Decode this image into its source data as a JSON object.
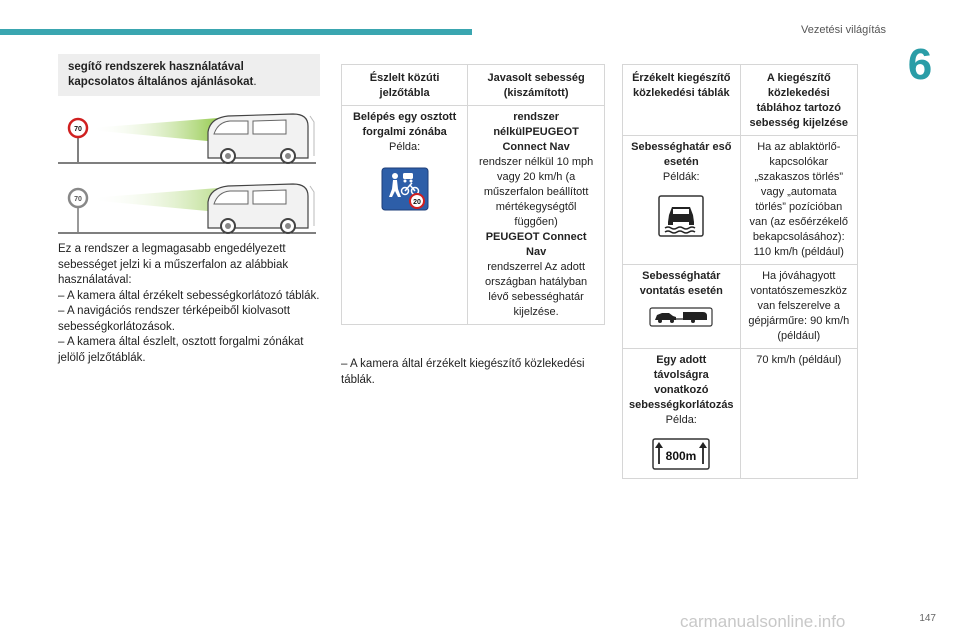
{
  "header": {
    "title": "Vezetési világítás",
    "chapter": "6",
    "page_number": "147"
  },
  "watermark": "carmanualsonline.info",
  "left": {
    "note_bold": "segítő rendszerek használatával kapcsolatos általános ajánlásokat",
    "note_end": ".",
    "illustration1_sign": "70",
    "illustration2_sign": "70",
    "body": [
      "Ez a rendszer a legmagasabb engedélyezett sebességet jelzi ki a műszerfalon az alábbiak használatával:",
      "– A kamera által érzékelt sebességkorlátozó táblák.",
      "– A navigációs rendszer térképeiből kiolvasott sebességkorlátozások.",
      "– A kamera által észlelt, osztott forgalmi zónákat jelölő jelzőtáblák."
    ]
  },
  "table1": {
    "headers": [
      "Észlelt közúti jelzőtábla",
      "Javasolt sebesség (kiszámított)"
    ],
    "row1_col1_bold": "Belépés egy osztott forgalmi zónába",
    "row1_col1_plain": "Példa:",
    "sign_speed": "20",
    "row1_col2": [
      {
        "bold": true,
        "text": "rendszer nélkülPEUGEOT Connect Nav"
      },
      {
        "bold": false,
        "text": "rendszer nélkül 10 mph vagy 20 km/h (a műszerfalon beállított mértékegységtől függően)"
      },
      {
        "bold": true,
        "text": "PEUGEOT Connect Nav"
      },
      {
        "bold": false,
        "text": "rendszerrel Az adott országban hatályban lévő sebességhatár kijelzése."
      }
    ],
    "after_note": "– A kamera által érzékelt kiegészítő közlekedési táblák."
  },
  "table2": {
    "headers": [
      "Érzékelt kiegészítő közlekedési táblák",
      "A kiegészítő közlekedési táblához tartozó sebesség kijelzése"
    ],
    "rows": [
      {
        "col1_bold": "Sebességhatár eső esetén",
        "col1_plain": "Példák:",
        "col2": "Ha az ablaktörlő-kapcsolókar „szakaszos törlés” vagy „automata törlés” pozícióban van (az esőérzékelő bekapcsolásához): 110 km/h (például)"
      },
      {
        "col1_bold": "Sebességhatár vontatás esetén",
        "col1_plain": "",
        "col2": "Ha jóváhagyott vontatószemeszköz van felszerelve a gépjárműre: 90 km/h (például)"
      },
      {
        "col1_bold": "Egy adott távolságra vonatkozó sebességkorlátozás",
        "col1_plain": "Példa:",
        "col2": "70 km/h (például)"
      }
    ],
    "distance_sign": "800m"
  },
  "colors": {
    "accent": "#2a9da7",
    "sign_blue": "#2d5ea8",
    "sign_red": "#d02020",
    "beam_green": "#8cc63f"
  }
}
